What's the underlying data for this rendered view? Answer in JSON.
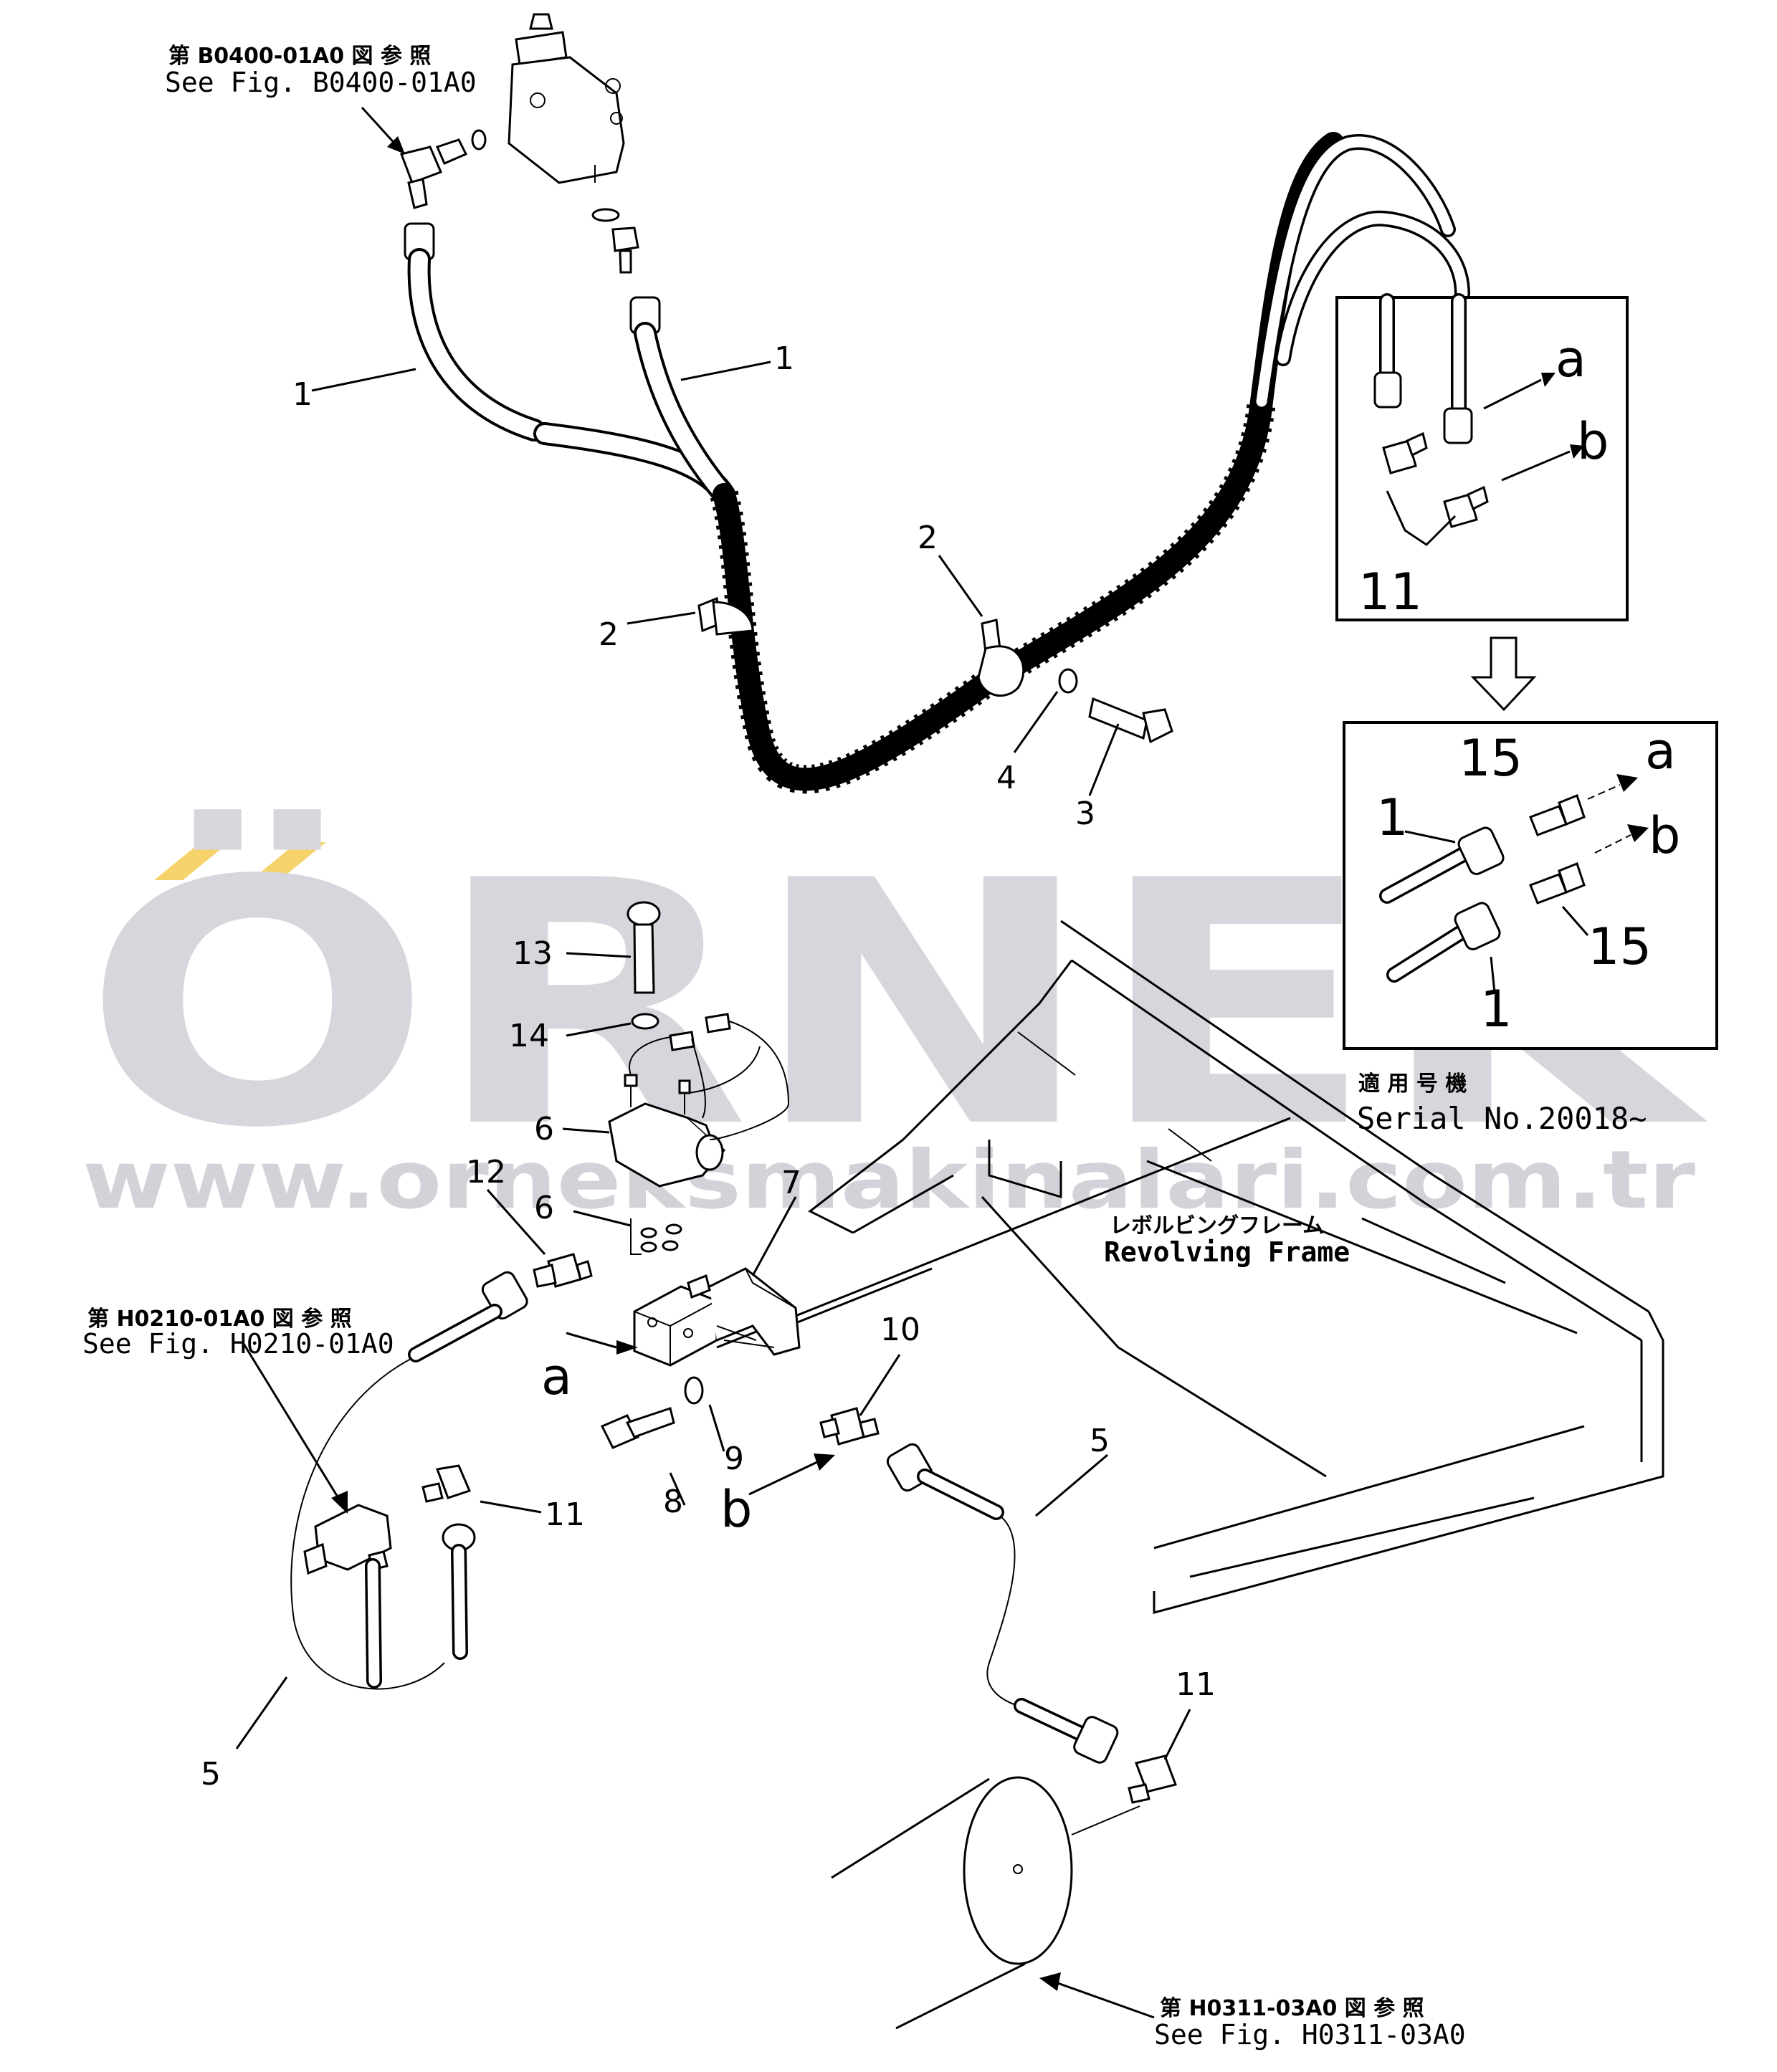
{
  "watermark": {
    "brand": "ÖRNEK",
    "url": "www.orneksmakinalari.com.tr"
  },
  "refs": {
    "b0400_jp": "第 B0400-01A0 図 参 照",
    "b0400_en": "See Fig. B0400-01A0",
    "h0210_jp": "第 H0210-01A0 図 参 照",
    "h0210_en": "See Fig. H0210-01A0",
    "h0311_jp": "第 H0311-03A0 図 参 照",
    "h0311_en": "See Fig. H0311-03A0",
    "frame_jp": "レボルビングフレーム",
    "frame_en": "Revolving  Frame",
    "serial_jp": "適 用 号 機",
    "serial_en": "Serial  No.20018~"
  },
  "callouts": {
    "p1": "1",
    "p2": "2",
    "p3": "3",
    "p4": "4",
    "p5": "5",
    "p6": "6",
    "p7": "7",
    "p8": "8",
    "p9": "9",
    "p10": "10",
    "p11": "11",
    "p12": "12",
    "p13": "13",
    "p14": "14",
    "p15": "15",
    "a": "a",
    "b": "b"
  }
}
